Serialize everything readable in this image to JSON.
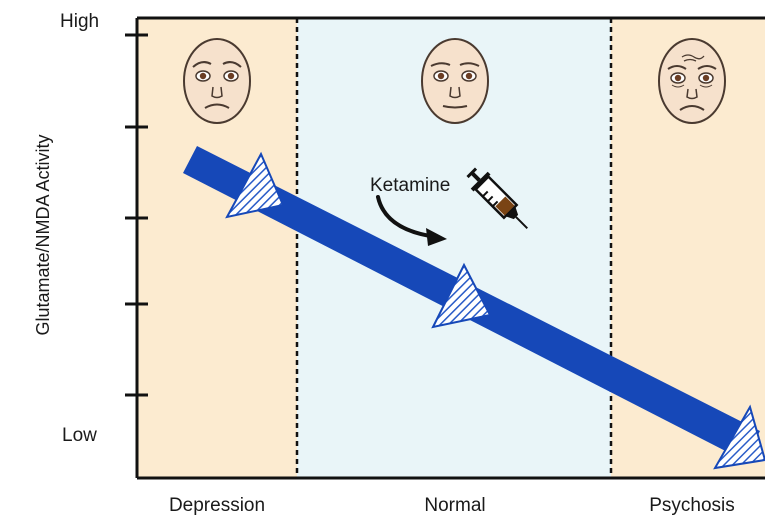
{
  "y_axis": {
    "title": "Glutamate/NMDA Activity",
    "high_label": "High",
    "low_label": "Low"
  },
  "regions": [
    {
      "label": "Depression",
      "color": "#fcebd0",
      "face": "sad-face-icon"
    },
    {
      "label": "Normal",
      "color": "#e9f5f8",
      "face": "neutral-face-icon"
    },
    {
      "label": "Psychosis",
      "color": "#fcebd0",
      "face": "distressed-face-icon"
    }
  ],
  "intervention": {
    "label": "Ketamine",
    "icon": "syringe-icon"
  },
  "colors": {
    "arrow": "#1648b8",
    "arrow_hatch": "#2a5cc8",
    "face_fill": "#f6e1cc",
    "face_stroke": "#4a3a30"
  }
}
